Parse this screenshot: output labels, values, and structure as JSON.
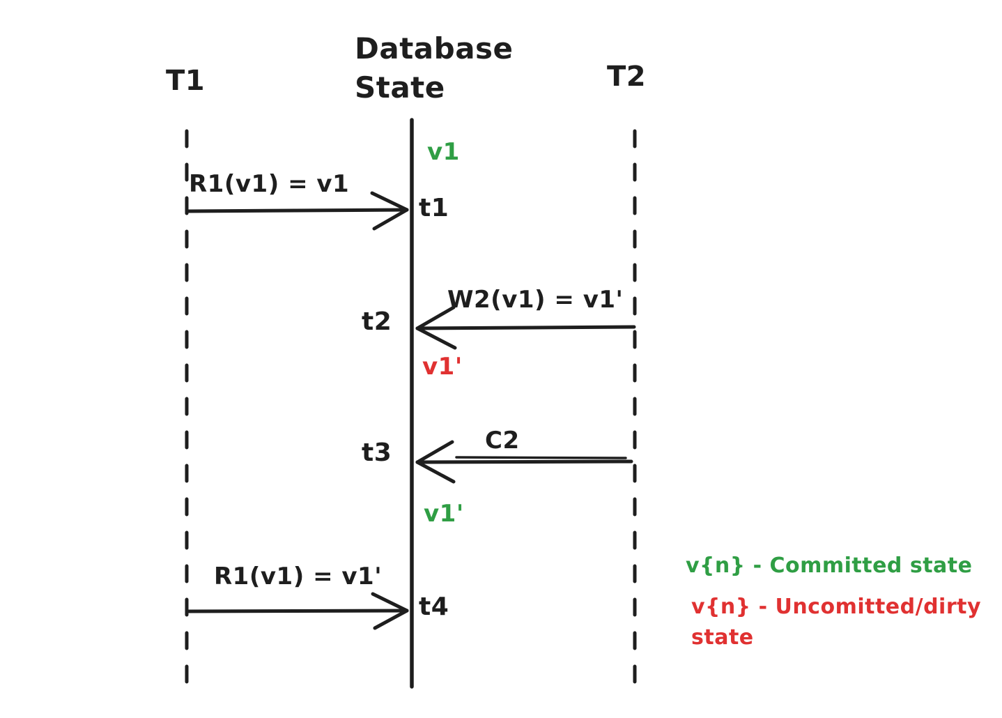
{
  "colors": {
    "ink": "#1e1e1e",
    "committed_green": "#2f9e44",
    "dirty_red": "#e03131",
    "background": "#ffffff"
  },
  "lanes": {
    "t1_label": "T1",
    "db_title_line1": "Database",
    "db_title_line2": "State",
    "t2_label": "T2"
  },
  "events": {
    "msg_read1_label": "R1(v1) = v1",
    "tick1_label": "t1",
    "msg_write2_label": "W2(v1) = v1'",
    "tick2_label": "t2",
    "msg_commit2_label": "C2",
    "tick3_label": "t3",
    "msg_read1_again_label": "R1(v1) = v1'",
    "tick4_label": "t4"
  },
  "db_states": {
    "initial_committed": "v1",
    "after_write_dirty": "v1'",
    "after_commit_committed": "v1'"
  },
  "legend": {
    "committed": "v{n} - Committed state",
    "dirty": "v{n} - Uncomitted/dirty state"
  }
}
